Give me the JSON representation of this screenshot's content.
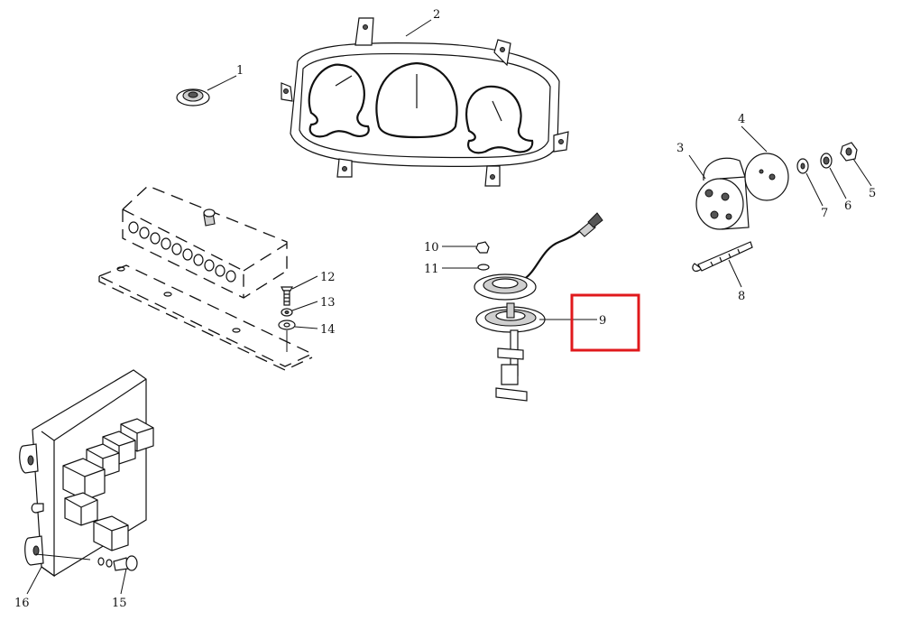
{
  "callouts": {
    "c1": "1",
    "c2": "2",
    "c3": "3",
    "c4": "4",
    "c5": "5",
    "c6": "6",
    "c7": "7",
    "c8": "8",
    "c9": "9",
    "c10": "10",
    "c11": "11",
    "c12": "12",
    "c13": "13",
    "c14": "14",
    "c15": "15",
    "c16": "16"
  },
  "highlight": {
    "target": "9",
    "color": "#e0191c"
  }
}
